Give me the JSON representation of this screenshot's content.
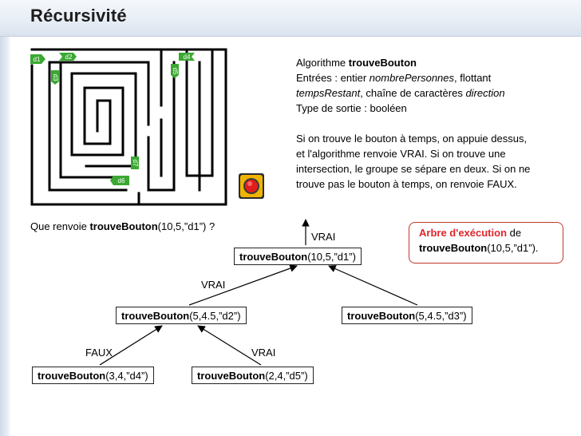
{
  "slide": {
    "title": "Récursivité"
  },
  "maze": {
    "labels": [
      "d1",
      "d2",
      "d3",
      "d4",
      "d5",
      "d6",
      "d7"
    ],
    "label_color": "#3aa832"
  },
  "algorithm": {
    "line1_prefix": "Algorithme ",
    "name": "trouveBouton",
    "line2_prefix": "Entrées : entier ",
    "param1": "nombrePersonnes",
    "line2_suffix": ", flottant",
    "param2": "tempsRestant",
    "line3_mid": ", chaîne de caractères ",
    "param3": "direction",
    "line4": "Type de sortie : booléen",
    "desc": [
      "Si on trouve le bouton à temps, on appuie dessus,",
      "et l'algorithme renvoie VRAI. Si on trouve une",
      "intersection, le groupe se sépare en deux. Si on ne",
      "trouve pas le bouton à temps, on renvoie FAUX."
    ]
  },
  "question": {
    "prefix": "Que renvoie ",
    "fn": "trouveBouton",
    "args": "(10,5,”d1”) ?"
  },
  "tree": {
    "fn": "trouveBouton",
    "root_args": "(10,5,”d1”)",
    "root_result": "VRAI",
    "left_args": "(5,4.5,”d2”)",
    "left_result": "VRAI",
    "right_args": "(5,4.5,”d3”)",
    "ll_args": "(3,4,”d4”)",
    "ll_result": "FAUX",
    "lr_args": "(2,4,”d5”)",
    "lr_result": "VRAI"
  },
  "legend": {
    "title": "Arbre d'exécution",
    "suffix": " de",
    "fn": "trouveBouton",
    "args": "(10,5,”d1”).",
    "border_color": "#c0392b",
    "title_color": "#e0242b"
  }
}
